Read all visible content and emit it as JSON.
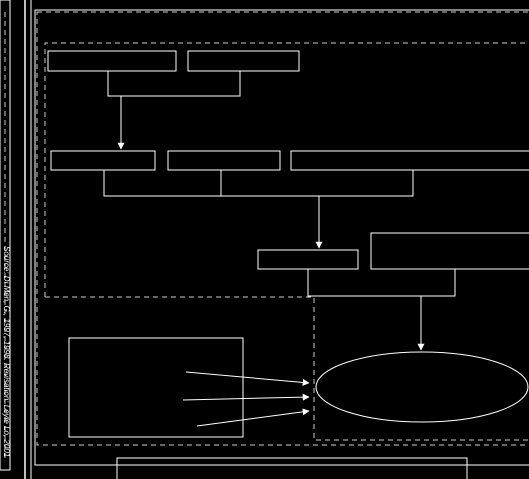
{
  "source_note": "Source: Di Men, G., 1997, 1998. Revisation: Leyle Lo, 2001",
  "colors": {
    "background": "#000000",
    "stroke": "#ffffff",
    "dashed_stroke": "#cccccc"
  },
  "chart_data": {
    "type": "diagram",
    "nodes": [
      {
        "id": "top-box-1",
        "shape": "rect",
        "label": ""
      },
      {
        "id": "top-box-2",
        "shape": "rect",
        "label": ""
      },
      {
        "id": "mid-box-1",
        "shape": "rect",
        "label": ""
      },
      {
        "id": "mid-box-2",
        "shape": "rect",
        "label": ""
      },
      {
        "id": "mid-box-3",
        "shape": "rect",
        "label": ""
      },
      {
        "id": "lower-box-1",
        "shape": "rect",
        "label": ""
      },
      {
        "id": "lower-box-2",
        "shape": "rect",
        "label": ""
      },
      {
        "id": "side-box",
        "shape": "rect",
        "label": ""
      },
      {
        "id": "outcome-ellipse",
        "shape": "ellipse",
        "label": ""
      },
      {
        "id": "bottom-box",
        "shape": "rect",
        "label": ""
      }
    ],
    "edges": [
      {
        "from": [
          "top-box-1",
          "top-box-2"
        ],
        "to": "mid-box-1"
      },
      {
        "from": [
          "mid-box-1",
          "mid-box-2",
          "mid-box-3"
        ],
        "to": "lower-box-1"
      },
      {
        "from": [
          "lower-box-1",
          "lower-box-2"
        ],
        "to": "outcome-ellipse"
      },
      {
        "from": "side-box",
        "to": "outcome-ellipse",
        "count": 3
      }
    ]
  }
}
